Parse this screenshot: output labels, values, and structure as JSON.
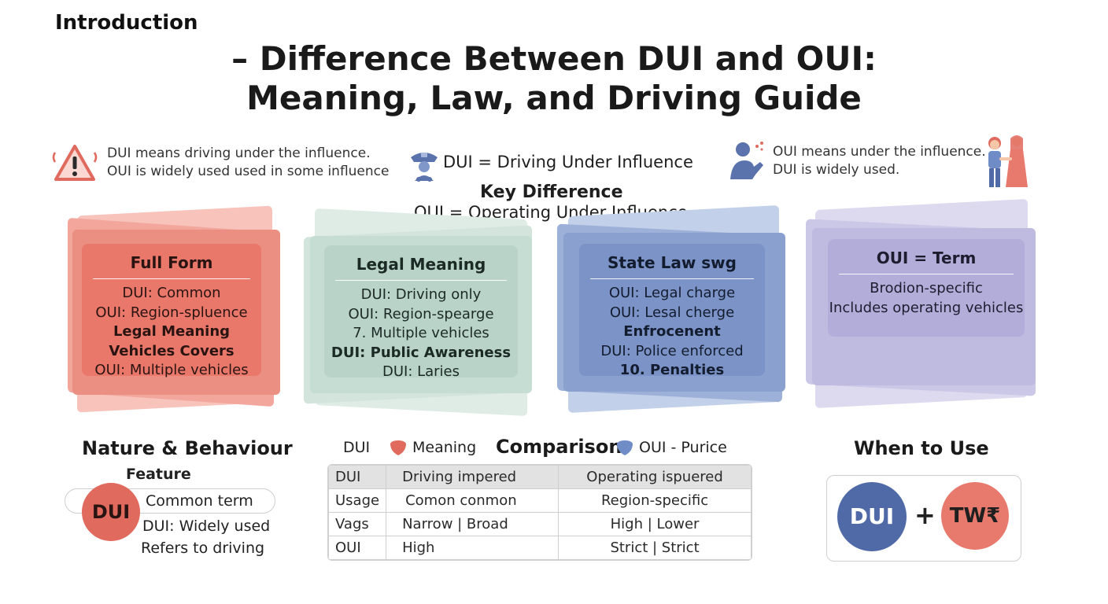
{
  "header": {
    "intro_label": "Introduction",
    "title_line1": "– Difference Between DUI and OUI:",
    "title_line2": "Meaning, Law, and Driving Guide"
  },
  "intro_left": {
    "line1": "DUI means driving under the influence.",
    "line2": "OUI is widely used used in some influence"
  },
  "intro_center": {
    "dui_def": "DUI = Driving Under Influence",
    "key_difference": "Key Difference",
    "oui_def": "OUI = Operating Under Influence"
  },
  "intro_right": {
    "line1": "OUI means under the influence.",
    "line2": "DUI is widely used."
  },
  "panels": [
    {
      "title": "Full Form",
      "lines": [
        {
          "text": "DUI: Common",
          "bold": false
        },
        {
          "text": "OUI: Region-spluence",
          "bold": false
        },
        {
          "text": "Legal Meaning",
          "bold": true
        },
        {
          "text": "Vehicles Covers",
          "bold": true
        },
        {
          "text": "OUI: Multiple vehicles",
          "bold": false
        }
      ]
    },
    {
      "title": "Legal Meaning",
      "lines": [
        {
          "text": "DUI: Driving only",
          "bold": false
        },
        {
          "text": "OUI: Region-spearge",
          "bold": false
        },
        {
          "text": "7. Multiple vehicles",
          "bold": false
        },
        {
          "text": "DUI: Public Awareness",
          "bold": true
        },
        {
          "text": "DUI: Laries",
          "bold": false
        }
      ]
    },
    {
      "title": "State Law swg",
      "lines": [
        {
          "text": "OUI: Legal charge",
          "bold": false
        },
        {
          "text": "OUI: Lesal cherge",
          "bold": false
        },
        {
          "text": "Enfrocenent",
          "bold": true
        },
        {
          "text": "DUI: Police enforced",
          "bold": false
        },
        {
          "text": "10. Penalties",
          "bold": true
        }
      ]
    },
    {
      "title": "OUI = Term",
      "lines": [
        {
          "text": "Brodion-specific",
          "bold": false
        },
        {
          "text": "Includes operating vehicles",
          "bold": false
        }
      ]
    }
  ],
  "nature": {
    "heading": "Nature & Behaviour",
    "feature_label": "Feature",
    "badge": "DUI",
    "line1": "Common term",
    "line2": "DUI: Widely used",
    "line3": "Refers to driving"
  },
  "comparison": {
    "label_dui": "DUI",
    "label_meaning": "Meaning",
    "heading": "Comparison",
    "label_oui": "OUI - Purice",
    "rows": [
      [
        "DUI",
        "Driving impered",
        "Operating ispuered"
      ],
      [
        "Usage",
        "Comon conmon",
        "Region-specific"
      ],
      [
        "Vags",
        "Narrow | Broad",
        "High | Lower"
      ],
      [
        "OUI",
        "High",
        "Strict | Strict"
      ]
    ]
  },
  "when_to_use": {
    "heading": "When to Use",
    "left_circle": "DUI",
    "plus": "+",
    "right_circle": "TW₹"
  },
  "colors": {
    "red": "#e8796d",
    "green": "#c9dfd6",
    "blue": "#7f97c9",
    "purple": "#b8b4dc",
    "navy": "#4f6aa6"
  }
}
